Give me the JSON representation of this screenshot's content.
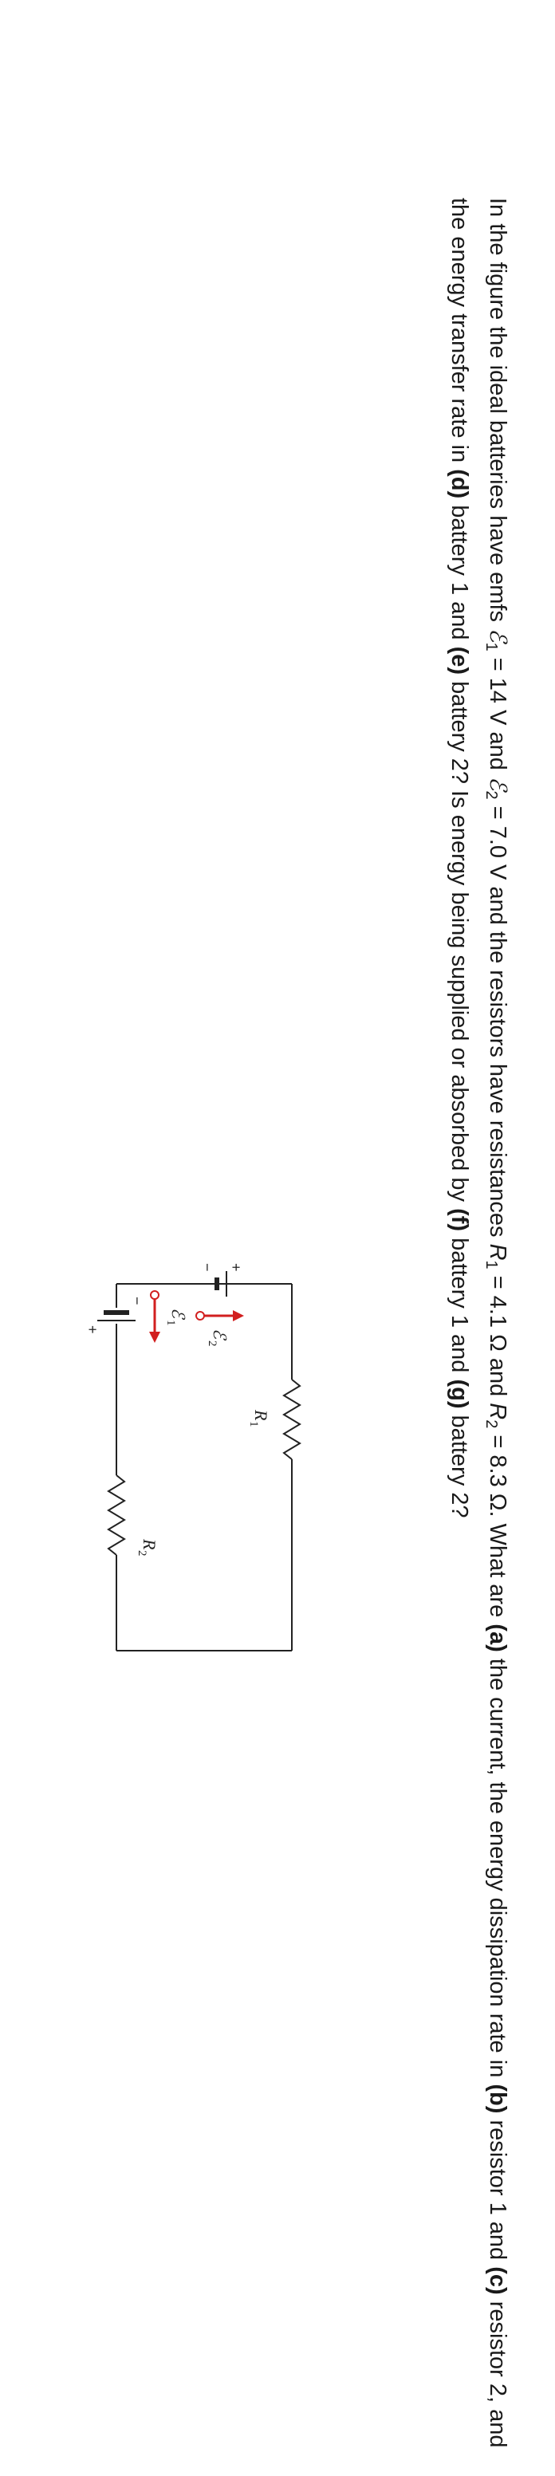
{
  "question": {
    "t1": "In the figure the ideal batteries have emfs ",
    "emf_symbol": "ℰ",
    "sub1": "1",
    "t2": " = 14 V and ",
    "sub2": "2",
    "t3": " = 7.0 V and the resistors have resistances ",
    "r_symbol": "R",
    "t4": " = 4.1 Ω and ",
    "t5": " = 8.3 Ω. What are ",
    "a": "(a)",
    "t6": " the current, the energy dissipation rate in ",
    "b": "(b)",
    "t7": " resistor 1 and ",
    "c": "(c)",
    "t8": " resistor 2, and the energy transfer rate in ",
    "d": "(d)",
    "t9": " battery 1 and ",
    "e": "(e)",
    "t10": " battery 2? Is energy being supplied or absorbed by ",
    "f": "(f)",
    "t11": " battery 1 and ",
    "g": "(g)",
    "t12": " battery 2?"
  },
  "circuit": {
    "r1_label": "R",
    "r1_sub": "1",
    "r2_label": "R",
    "r2_sub": "2",
    "emf1_label": "ℰ",
    "emf1_sub": "1",
    "emf2_label": "ℰ",
    "emf2_sub": "2",
    "plus": "+",
    "minus": "−",
    "arrow_color": "#d21f1f"
  }
}
